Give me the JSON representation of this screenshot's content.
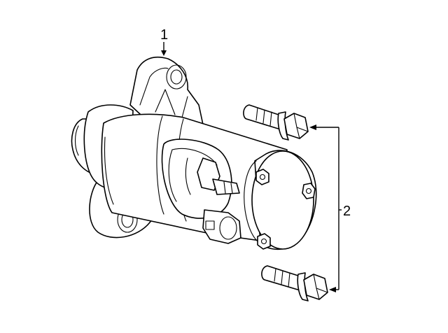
{
  "callouts": [
    {
      "id": "1",
      "label": "1",
      "part": "starter-motor"
    },
    {
      "id": "2",
      "label": "2",
      "part": "mounting-bolts"
    }
  ],
  "colors": {
    "line": "#000000",
    "background": "#ffffff"
  }
}
